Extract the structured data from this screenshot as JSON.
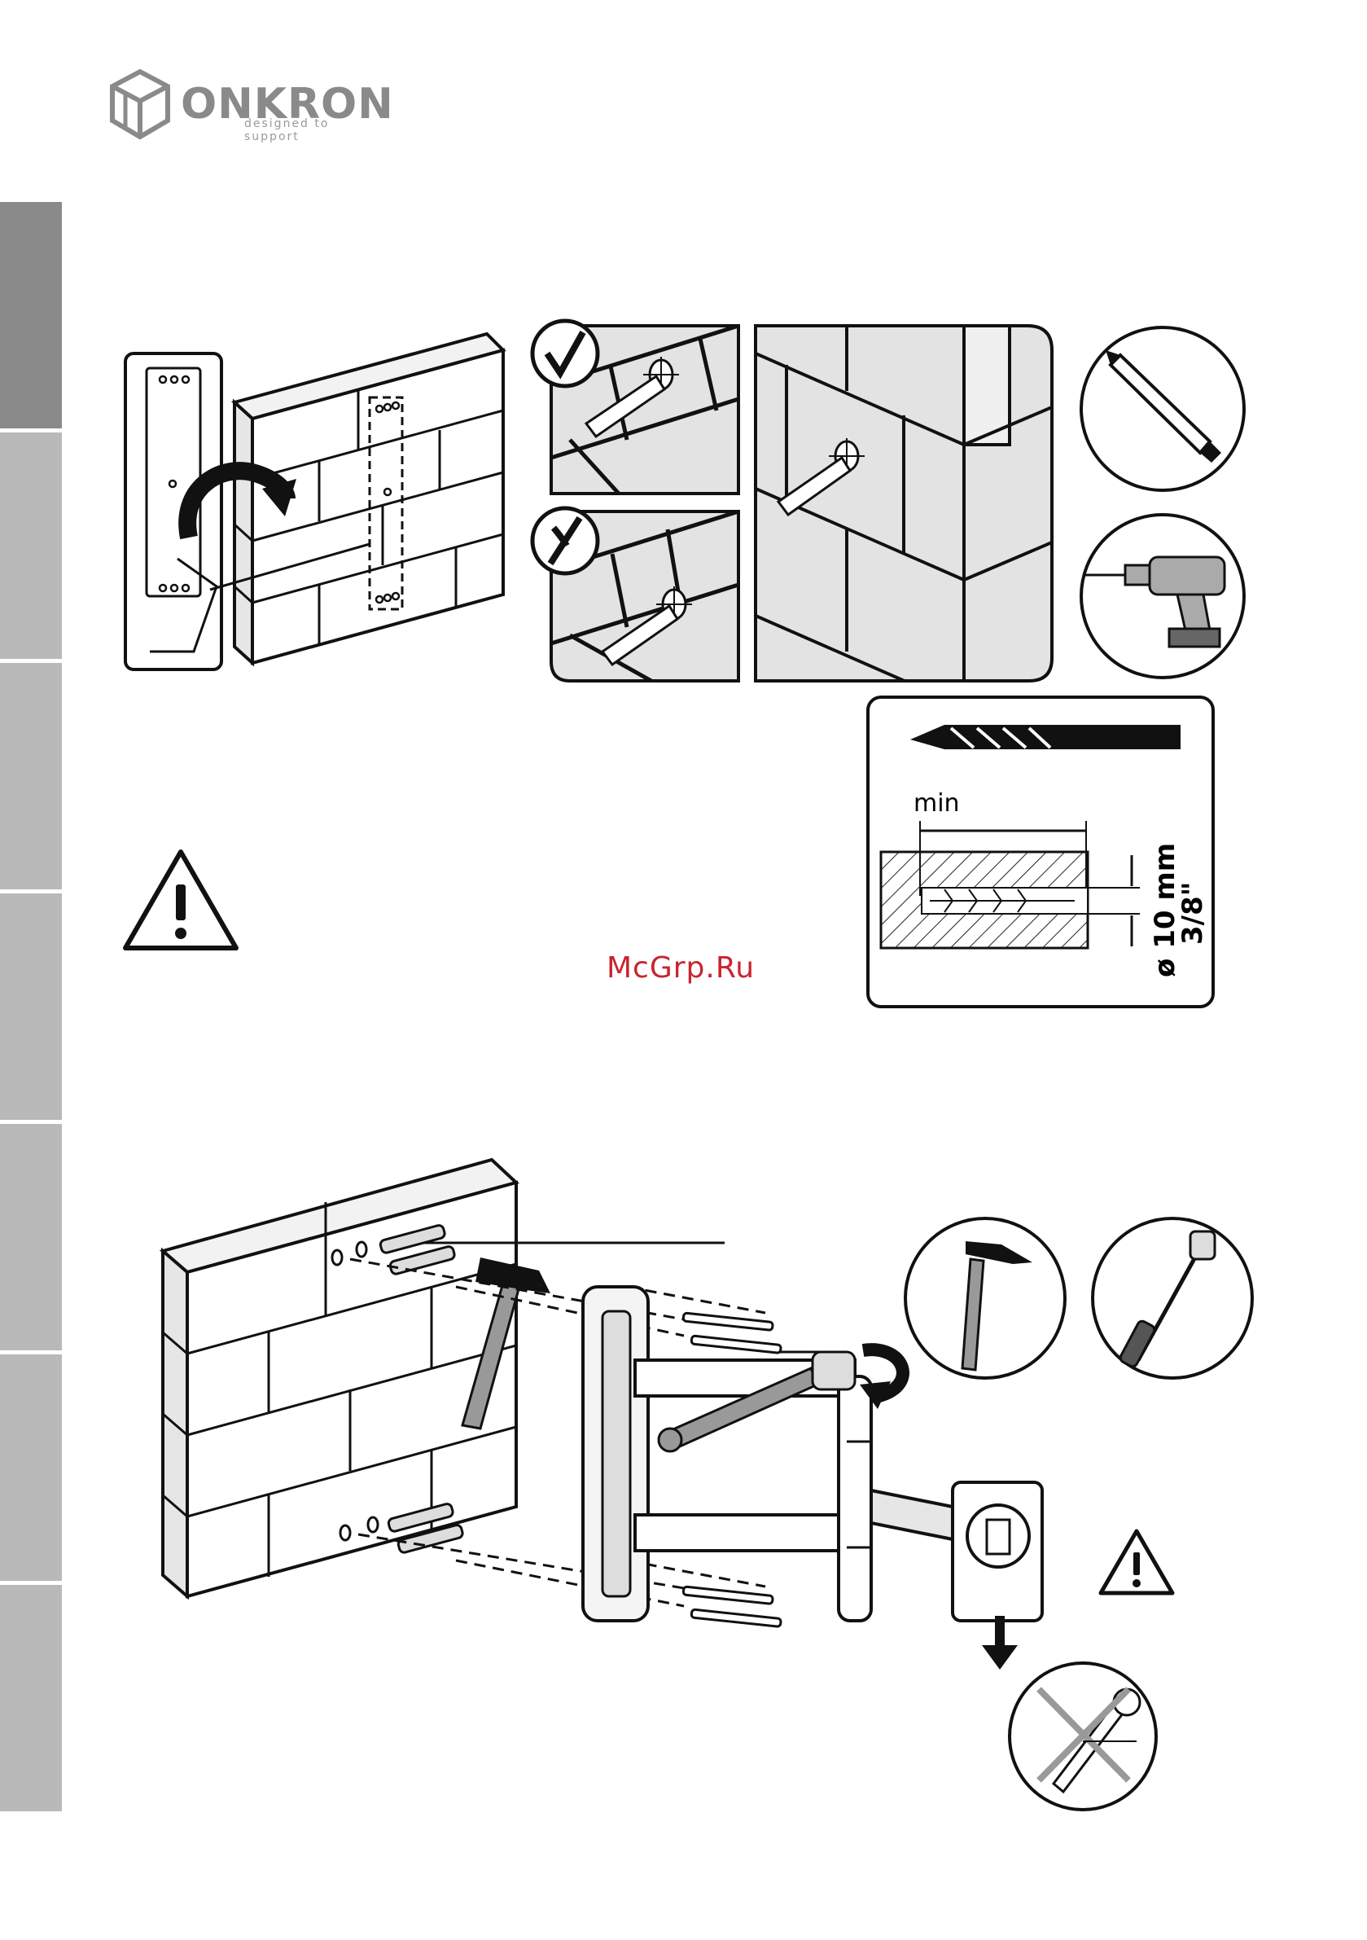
{
  "brand": {
    "name": "ONKRON",
    "tagline": "designed to support",
    "logo_icon": "cube-logo-icon"
  },
  "side_tabs": [
    {
      "state": "active"
    },
    {
      "state": "inactive"
    },
    {
      "state": "inactive"
    },
    {
      "state": "inactive"
    },
    {
      "state": "inactive"
    },
    {
      "state": "inactive"
    },
    {
      "state": "inactive"
    }
  ],
  "figure_top": {
    "check_icon": "check-mark-icon",
    "cross_icon": "cross-mark-icon",
    "tools": [
      "pencil-icon",
      "drill-icon"
    ]
  },
  "drill_spec": {
    "min_label": "min",
    "diameter_label": "ø 10 mm",
    "imperial_label": "3/8\""
  },
  "warning_icon": "warning-triangle-icon",
  "watermark": "McGrp.Ru",
  "figure_bottom": {
    "tools": [
      "hammer-icon",
      "socket-wrench-icon"
    ],
    "prohibited_tool": "wrench-prohibited-icon",
    "warning_icon": "warning-triangle-icon"
  },
  "colors": {
    "tab_active": "#8a8a8a",
    "tab_inactive": "#b9b9b9",
    "wall_fill": "#e3e3e3",
    "watermark": "#c9242f"
  }
}
